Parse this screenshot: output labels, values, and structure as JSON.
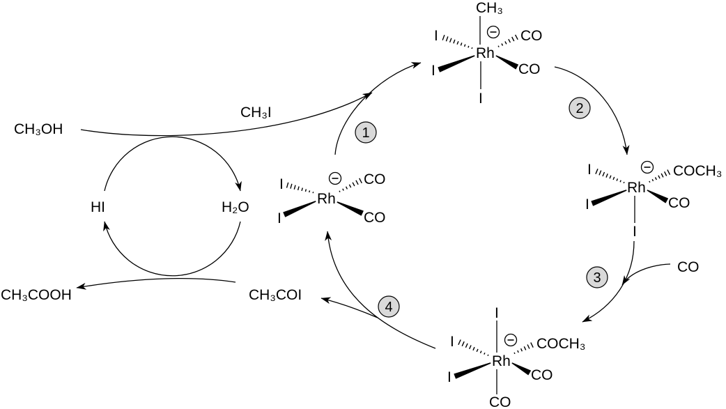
{
  "reagents": {
    "methanol": "CH₃OH",
    "methyl_iodide": "CH₃I",
    "hydrogen_iodide": "HI",
    "water": "H₂O",
    "acetic_acid": "CH₃COOH",
    "acetyl_iodide": "CH₃COI",
    "carbon_monoxide": "CO"
  },
  "steps": [
    "1",
    "2",
    "3",
    "4"
  ],
  "complexes": {
    "square_planar": {
      "metal": "Rh",
      "upper_left": "I",
      "upper_right": "CO",
      "lower_left": "I",
      "lower_right": "CO"
    },
    "methyl_adduct": {
      "metal": "Rh",
      "top": "CH₃",
      "upper_left": "I",
      "upper_right": "CO",
      "lower_left": "I",
      "lower_right": "CO",
      "bottom": "I"
    },
    "acyl": {
      "metal": "Rh",
      "upper_left": "I",
      "upper_right": "COCH₃",
      "lower_left": "I",
      "lower_right": "CO",
      "bottom": "I"
    },
    "acyl_carbonyl": {
      "metal": "Rh",
      "top": "I",
      "upper_left": "I",
      "upper_right": "COCH₃",
      "lower_left": "I",
      "lower_right": "CO",
      "bottom": "CO"
    }
  },
  "icons": {
    "charge": "negative-charge-icon",
    "step_marker": "step-badge-icon"
  },
  "colors": {
    "ink": "#000000",
    "step_badge_fill": "#d9d9d9",
    "background": "#ffffff"
  }
}
